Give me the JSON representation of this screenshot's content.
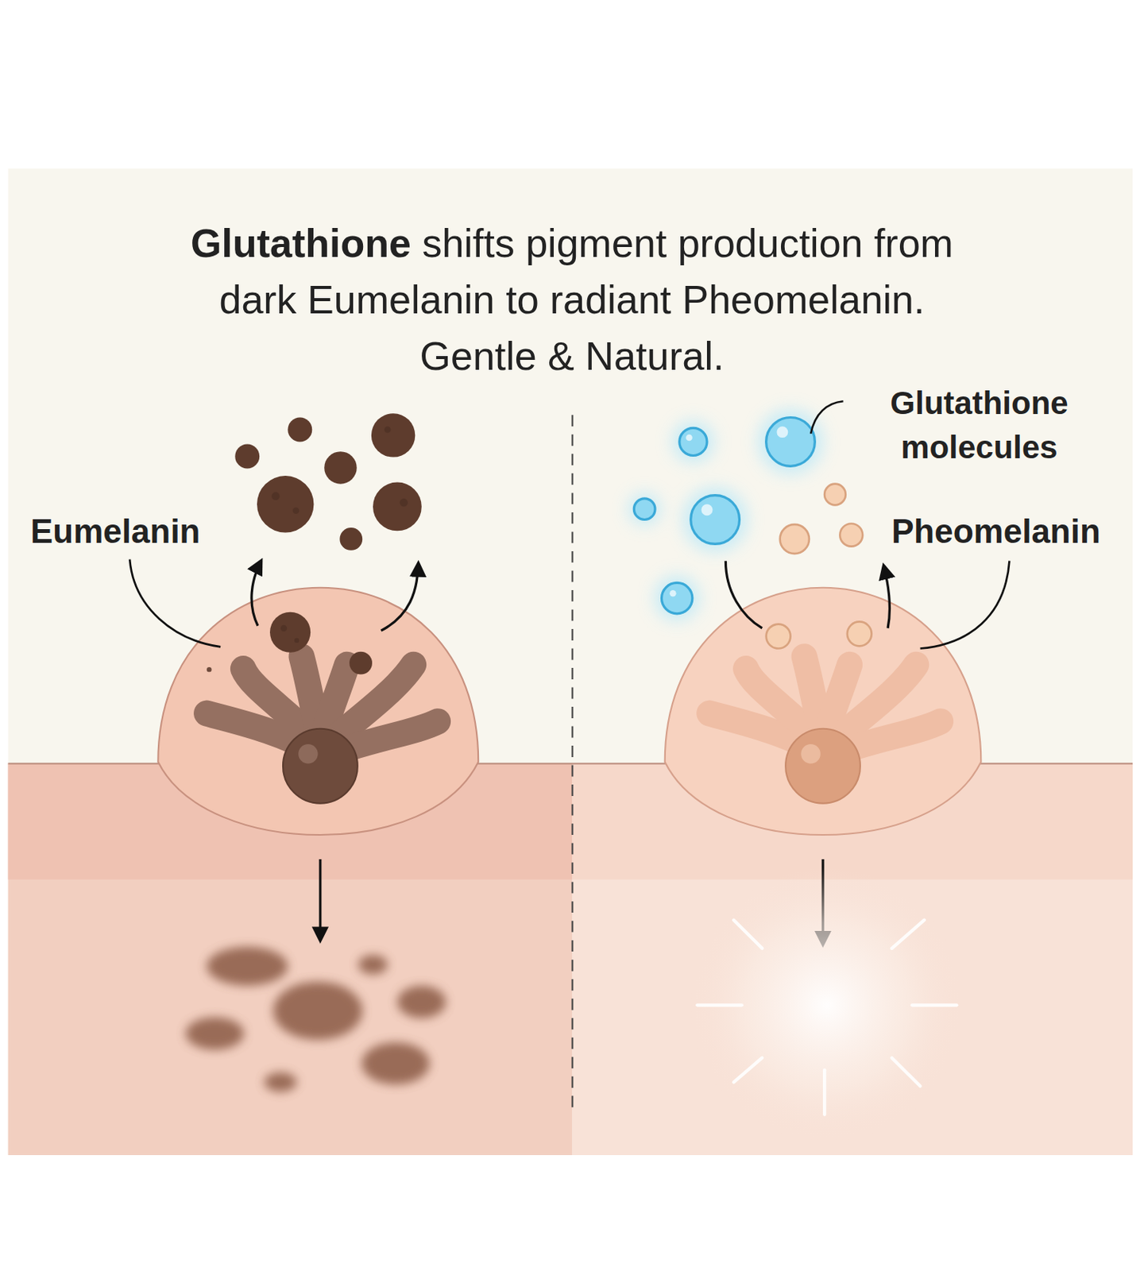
{
  "diagram": {
    "title": "Glutathione shifts pigment production from dark Eumelanin to radiant Pheomelanin. Gentle & Natural.",
    "labels": [
      "Eumelanin",
      "Glutathione molecules",
      "Pheomelanin"
    ]
  }
}
